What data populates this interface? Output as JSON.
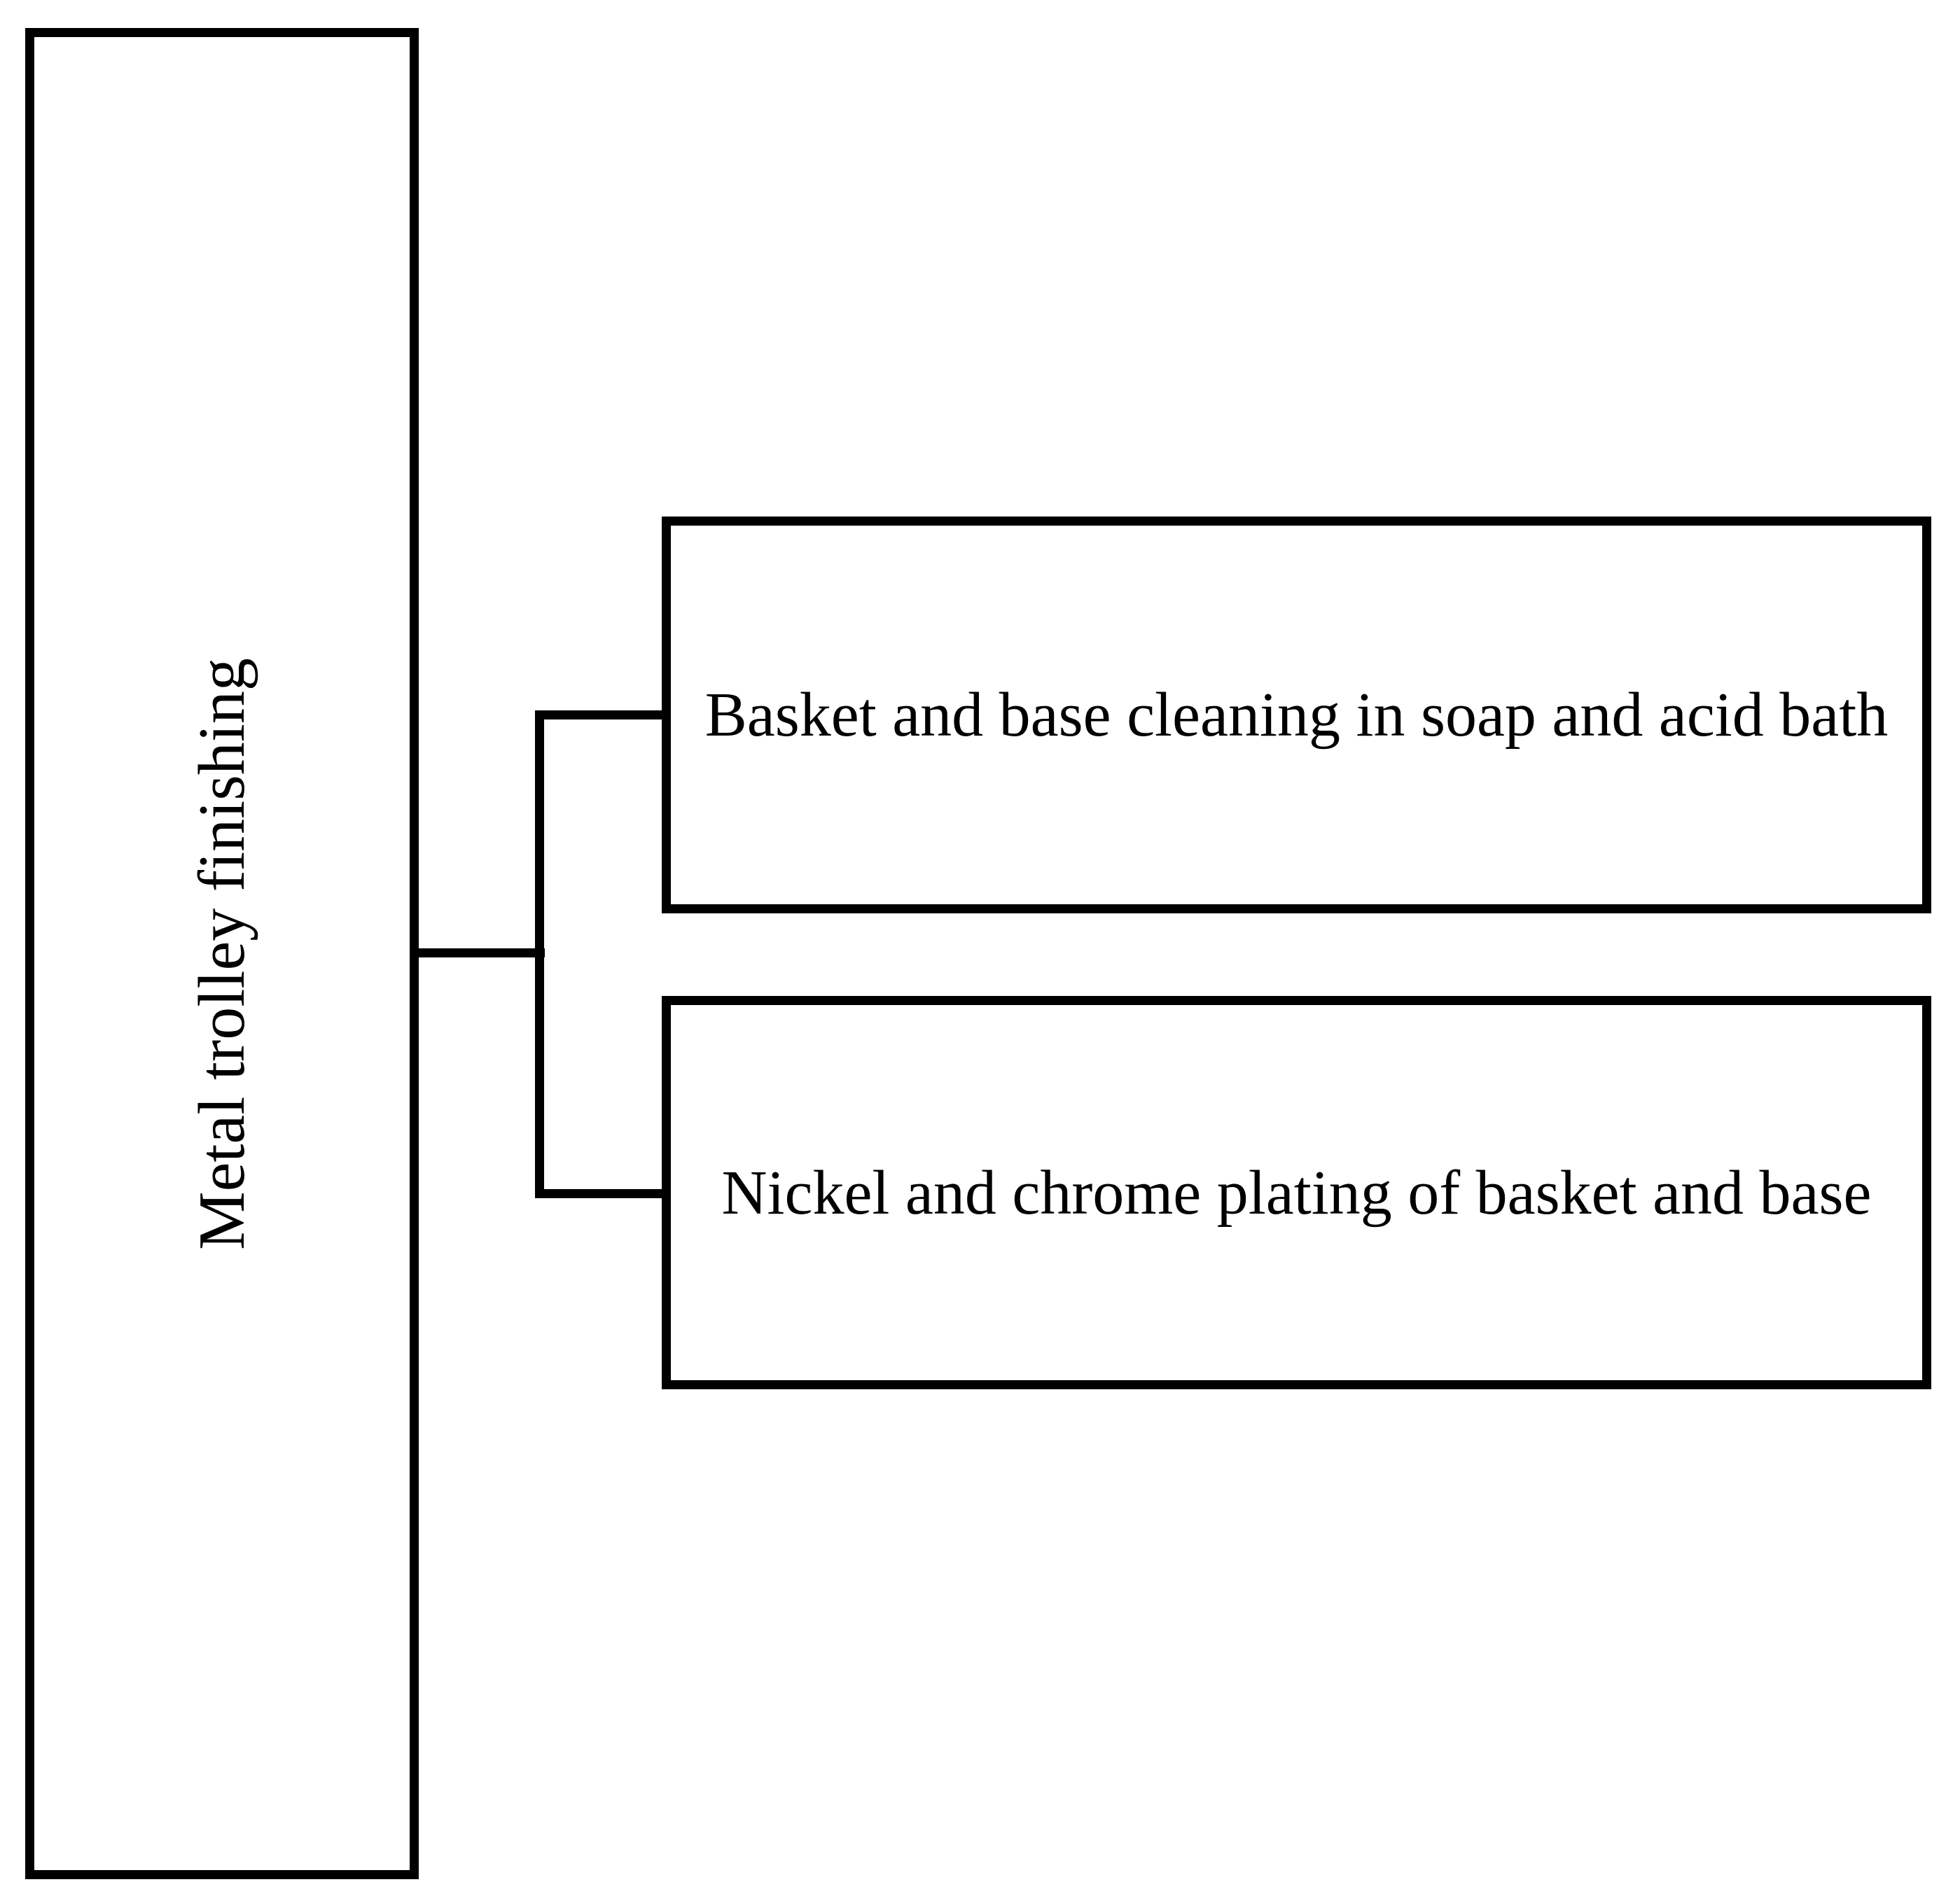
{
  "diagram": {
    "background_color": "#ffffff",
    "line_color": "#000000",
    "text_color": "#000000",
    "root": {
      "label": "Metal trolley finishing"
    },
    "children": [
      {
        "label": "Basket and base cleaning in soap and acid bath"
      },
      {
        "label": "Nickel and chrome plating of basket and base"
      }
    ]
  }
}
